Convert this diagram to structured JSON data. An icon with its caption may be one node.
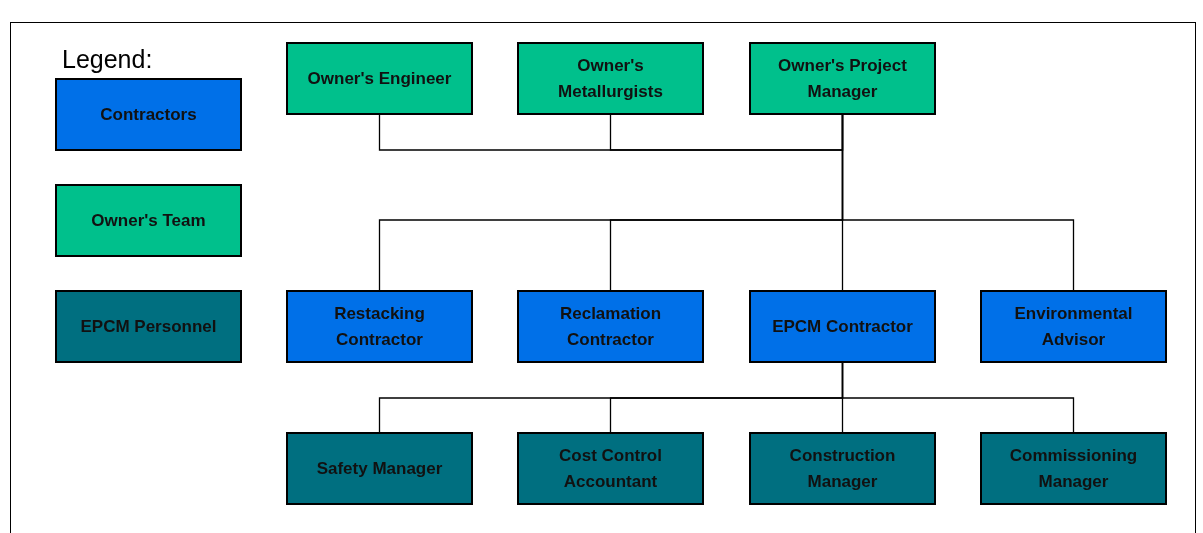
{
  "diagram": {
    "nodes": [
      {
        "text": [
          "Owner's Engineer"
        ]
      },
      {
        "text": [
          "Owner's Metallurgists"
        ]
      },
      {
        "text": [
          "Owner's Project Manager"
        ]
      },
      {
        "text": [
          "Restacking Contractor"
        ]
      },
      {
        "text": [
          "Reclamation Contractor"
        ]
      },
      {
        "text": [
          "EPCM Contractor"
        ]
      },
      {
        "text": [
          "Environmental Advisor"
        ]
      },
      {
        "text": [
          "Safety Manager"
        ]
      },
      {
        "text": [
          "Cost Control Accountant"
        ]
      },
      {
        "text": [
          "Construction Manager"
        ]
      },
      {
        "text": [
          "Commissioning Manager"
        ]
      }
    ],
    "edges": [
      {
        "from": 2,
        "to": 0,
        "arrow": "none"
      },
      {
        "from": 2,
        "to": 1,
        "arrow": "none"
      },
      {
        "from": 2,
        "to": 3,
        "arrow": "none"
      },
      {
        "from": 2,
        "to": 4,
        "arrow": "none"
      },
      {
        "from": 2,
        "to": 5,
        "arrow": "none"
      },
      {
        "from": 2,
        "to": 6,
        "arrow": "none"
      },
      {
        "from": 5,
        "to": 7,
        "arrow": "none"
      },
      {
        "from": 5,
        "to": 8,
        "arrow": "none"
      },
      {
        "from": 5,
        "to": 9,
        "arrow": "none"
      },
      {
        "from": 5,
        "to": 10,
        "arrow": "none"
      }
    ],
    "labels": [
      "Legend:"
    ],
    "legend": [
      {
        "text": "Contractors",
        "color": "#0070e8"
      },
      {
        "text": "Owner's Team",
        "color": "#00c08c"
      },
      {
        "text": "EPCM Personnel",
        "color": "#006f80"
      }
    ]
  }
}
